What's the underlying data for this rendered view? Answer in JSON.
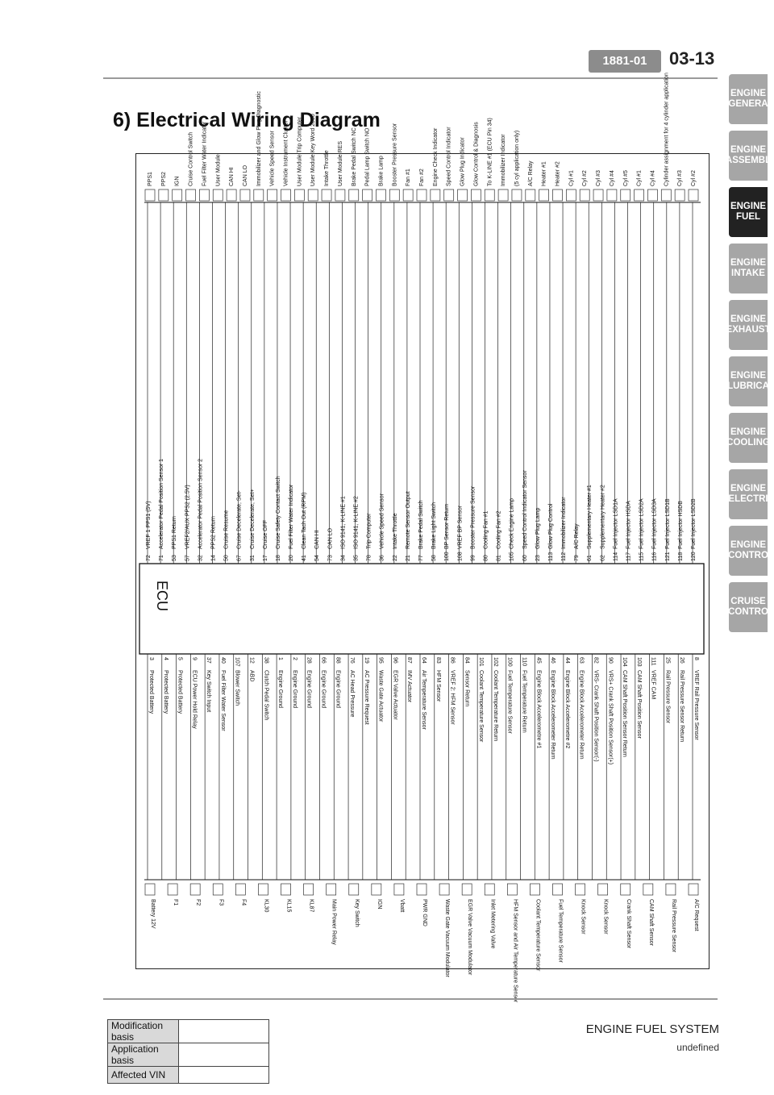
{
  "header": {
    "code": "1881-01",
    "page": "03-13"
  },
  "title": "6) Electrical Wiring Diagram",
  "tabs": [
    {
      "label": "ENGINE GENERA",
      "active": false
    },
    {
      "label": "ENGINE ASSEMBL",
      "active": false
    },
    {
      "label": "ENGINE FUEL",
      "active": true
    },
    {
      "label": "ENGINE INTAKE",
      "active": false
    },
    {
      "label": "ENGINE EXHAUST",
      "active": false
    },
    {
      "label": "ENGINE LUBRICA",
      "active": false
    },
    {
      "label": "ENGINE COOLING",
      "active": false
    },
    {
      "label": "ENGINE ELECTRI",
      "active": false
    },
    {
      "label": "ENGINE CONTRO",
      "active": false
    },
    {
      "label": "CRUISE CONTRO",
      "active": false
    }
  ],
  "diagram": {
    "ecu_label": "ECU",
    "left_pins": [
      [
        "3",
        "Protected Battery"
      ],
      [
        "4",
        "Protected Battery"
      ],
      [
        "5",
        "Protected Battery"
      ],
      [
        "9",
        "ECU Power Hold Relay"
      ],
      [
        "37",
        "Key Switch Input"
      ],
      [
        "40",
        "Fuel Filter Water Sensor"
      ],
      [
        "107",
        "Blower Switch"
      ],
      [
        "12",
        "ABD"
      ],
      [
        "38",
        "Clutch Pedal Switch"
      ],
      [
        "1",
        "Engine Ground"
      ],
      [
        "2",
        "Engine Ground"
      ],
      [
        "28",
        "Engine Ground"
      ],
      [
        "66",
        "Engine Ground"
      ],
      [
        "88",
        "Engine Ground"
      ],
      [
        "76",
        "AC Head Pressure"
      ],
      [
        "19",
        "AC Pressure Request"
      ],
      [
        "95",
        "Waste Gate Actuator"
      ],
      [
        "96",
        "EGR Valve Actuator"
      ],
      [
        "87",
        "IMV Actuator"
      ],
      [
        "64",
        "Air Temperature Sensor"
      ],
      [
        "83",
        "HFM Sensor"
      ],
      [
        "86",
        "VREF 2: HFM Sensor"
      ],
      [
        "84",
        "Sensor Return"
      ],
      [
        "101",
        "Coolant Temperature Sensor"
      ],
      [
        "102",
        "Coolant Temperature Return"
      ],
      [
        "100",
        "Fuel Temperature Sensor"
      ],
      [
        "110",
        "Fuel Temperature Return"
      ],
      [
        "45",
        "Engine Block Accelerometre #1"
      ],
      [
        "46",
        "Engine Block Accelerometer Return"
      ],
      [
        "44",
        "Engine Block Accelerometre #2"
      ],
      [
        "63",
        "Engine Block Accelerometer Return"
      ],
      [
        "82",
        "VRS- Crank Shaft Position Sensor(-)"
      ],
      [
        "90",
        "VRS+ Crank Shaft Position Sensor(+)"
      ],
      [
        "104",
        "CAM Shaft Position Sensor Return"
      ],
      [
        "103",
        "CAM Shaft Position Sensor"
      ],
      [
        "111",
        "VREF CAM"
      ],
      [
        "25",
        "Rail Pressure Sensor"
      ],
      [
        "26",
        "Rail Pressure Sensor Return"
      ],
      [
        "8",
        "VREF Rail Pressure Sensor"
      ]
    ],
    "right_pins": [
      [
        "72",
        "VREF 1 PPS1 (5V)"
      ],
      [
        "71",
        "Accelerator Pedal Position Sensor 1"
      ],
      [
        "53",
        "PPS1 Return"
      ],
      [
        "57",
        "VREF2/AUX PPS2 (2.5V)"
      ],
      [
        "32",
        "Accelerator Pedal Position Sensor 2"
      ],
      [
        "14",
        "PPS2 Return"
      ],
      [
        "50",
        "Cruise Resume"
      ],
      [
        "67",
        "Cruise Decelerate, Set-"
      ],
      [
        "31",
        "Cruise Decelerate, Set+"
      ],
      [
        "17",
        "Cruise OFF"
      ],
      [
        "18",
        "Cruise Safety Contact Switch"
      ],
      [
        "20",
        "Fuel Filter Water Indicator"
      ],
      [
        "41",
        "Clean Tach Out (RPM)"
      ],
      [
        "54",
        "CAN HI"
      ],
      [
        "73",
        "CAN LO"
      ],
      [
        "34",
        "ISO 9141, K-LINE #1"
      ],
      [
        "35",
        "ISO 9141, K-LINE #2"
      ],
      [
        "78",
        "Trip Computer"
      ],
      [
        "36",
        "Vehicle Speed Sensor"
      ],
      [
        "22",
        "Intake Throttle"
      ],
      [
        "21",
        "Remote Sensor Output"
      ],
      [
        "77",
        "Brake Pedal Switch"
      ],
      [
        "58",
        "Brake Light Switch"
      ],
      [
        "100",
        "BP Sensor Return"
      ],
      [
        "108",
        "VREF BP Sensor"
      ],
      [
        "99",
        "Booster Pressure Sensor"
      ],
      [
        "80",
        "Cooling Fan #1"
      ],
      [
        "81",
        "Cooling Fan #2"
      ],
      [
        "105",
        "Check Engine Lamp"
      ],
      [
        "60",
        "Speed Control Indicator Sensor"
      ],
      [
        "23",
        "Glow Plug Lamp"
      ],
      [
        "113",
        "Glow Plug Control"
      ],
      [
        "112",
        "Immobilizer Indicator"
      ],
      [
        "79",
        "A/C Relay"
      ],
      [
        "61",
        "Supplementary Heater #1"
      ],
      [
        "62",
        "Supplementary Heater #2"
      ],
      [
        "114",
        "Fuel Injector LSD1A"
      ],
      [
        "117",
        "Fuel Injector HSDA"
      ],
      [
        "115",
        "Fuel Injector LSD2A"
      ],
      [
        "116",
        "Fuel Injector LSD3A"
      ],
      [
        "121",
        "Fuel Injector LSD1B"
      ],
      [
        "118",
        "Fuel Injector HSDB"
      ],
      [
        "120",
        "Fuel Injector LSD2B"
      ]
    ],
    "left_components": [
      "Battery 12V",
      "F1",
      "F2",
      "F3",
      "F4",
      "KL30",
      "KL15",
      "KL87",
      "Main Power Relay",
      "Key Switch",
      "IGN",
      "Vbatt",
      "PWR GND",
      "Waste Gate Vacuum Modulator",
      "EGR Valve Vacuum Modulator",
      "Inlet Metering Valve",
      "HFM Sensor and Air Temperature Sensor",
      "Coolant Temperature Sensor",
      "Fuel Temperature Sensor",
      "Knock Sensor",
      "Knock Sensor",
      "Crank Shaft Sensor",
      "CAM Shaft Sensor",
      "Rail Pressure Sensor",
      "A/C Request"
    ],
    "right_components": [
      "PPS1",
      "PPS2",
      "IGN",
      "Cruise Control Switch",
      "Fuel Filter Water Indicator",
      "User Module",
      "CAN HI",
      "CAN LO",
      "Immobilizer and Glow Plug Diagnostic",
      "Vehicle Speed Sensor",
      "Vehicle Instrument Cluster",
      "User Module Trip Computer",
      "User Module Key Word 2000",
      "Intake Throttle",
      "User Module RES",
      "Brake Pedal Switch NC",
      "Pedal Lamp Switch NO",
      "Brake Lamp",
      "Booster Pressure Sensor",
      "Fan #1",
      "Fan #2",
      "Engine Check Indicator",
      "Speed Control Indicator",
      "Glow Plug Indicator",
      "Glow Control & Diagnosis",
      "To K-LINE #1 (ECU Pin 34)",
      "Immobilizer Indicator",
      "(5 cyl application only)",
      "A/C Relay",
      "Heater #1",
      "Heater #2",
      "Cyl #1",
      "Cyl #2",
      "Cyl #3",
      "Cyl #4",
      "Cyl #5",
      "Cyl #1",
      "Cyl #4",
      "Cylinder assignment for 4 cylinder application",
      "Cyl #3",
      "Cyl #2"
    ]
  },
  "footer": {
    "rows": [
      {
        "label": "Modification basis",
        "value": ""
      },
      {
        "label": "Application basis",
        "value": ""
      },
      {
        "label": "Affected VIN",
        "value": ""
      }
    ],
    "system": "ENGINE FUEL SYSTEM",
    "subtitle": "undefined"
  }
}
